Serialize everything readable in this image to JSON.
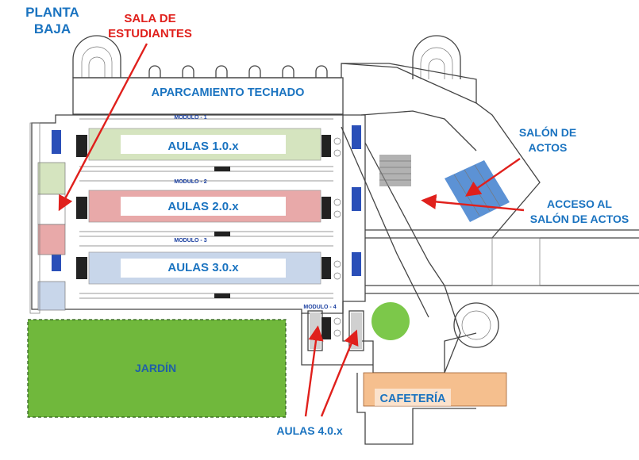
{
  "labels": {
    "floor": [
      "PLANTA",
      "BAJA"
    ],
    "student_room": [
      "SALA DE",
      "ESTUDIANTES"
    ],
    "parking": "APARCAMIENTO TECHADO",
    "aulas1": "AULAS 1.0.x",
    "aulas2": "AULAS 2.0.x",
    "aulas3": "AULAS 3.0.x",
    "aulas4": "AULAS 4.0.x",
    "module1": "MODULO - 1",
    "module2": "MODULO - 2",
    "module3": "MODULO - 3",
    "module4": "MODULO - 4",
    "hall": [
      "SALÓN DE",
      "ACTOS"
    ],
    "hall_access": [
      "ACCESO AL",
      "SALÓN DE ACTOS"
    ],
    "garden": "JARDÍN",
    "cafe": "CAFETERÍA"
  },
  "colors": {
    "label_blue": "#1a73c0",
    "label_red": "#e0201c",
    "green_zone": "#70b83c",
    "aulas1_fill": "#d5e4bf",
    "aulas2_fill": "#e8a9a9",
    "aulas3_fill": "#c8d6ea",
    "hall_fill": "#4a86d0",
    "cafe_fill": "#f5bf8e",
    "circle_fill": "#7cc84a"
  }
}
